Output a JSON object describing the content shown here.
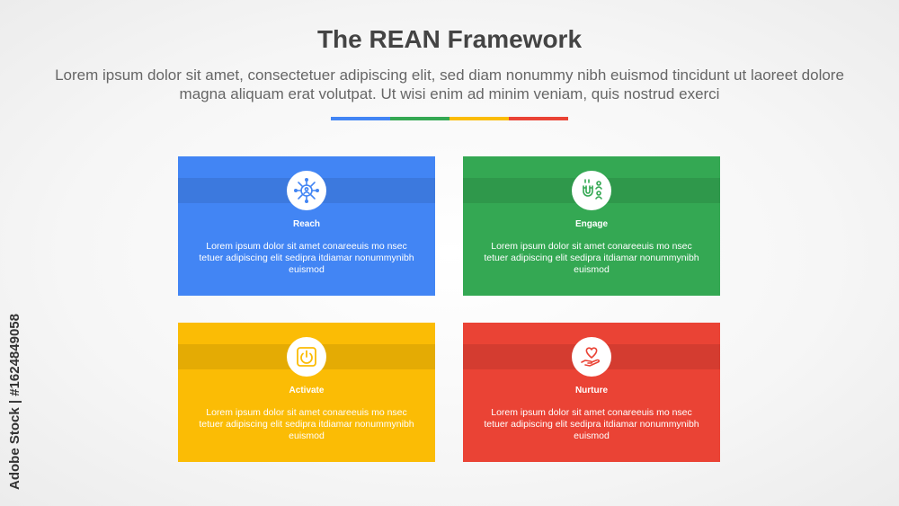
{
  "header": {
    "title": "The REAN Framework",
    "subtitle": "Lorem ipsum dolor sit amet, consectetuer adipiscing elit, sed diam nonummy nibh euismod tincidunt ut laoreet dolore magna aliquam erat volutpat. Ut wisi enim ad minim veniam, quis nostrud exerci"
  },
  "divider_colors": [
    "#4285f4",
    "#34a853",
    "#fbbc05",
    "#ea4335"
  ],
  "cards": [
    {
      "label": "Reach",
      "icon": "network-person-icon",
      "color": "#4285f4",
      "description": "Lorem ipsum dolor sit amet conareeuis mo nsec tetuer adipiscing elit sedipra itdiamar nonummynibh euismod"
    },
    {
      "label": "Engage",
      "icon": "magnet-people-icon",
      "color": "#34a853",
      "description": "Lorem ipsum dolor sit amet conareeuis mo nsec tetuer adipiscing elit sedipra itdiamar nonummynibh euismod"
    },
    {
      "label": "Activate",
      "icon": "power-button-icon",
      "color": "#fbbc05",
      "description": "Lorem ipsum dolor sit amet conareeuis mo nsec tetuer adipiscing elit sedipra itdiamar nonummynibh euismod"
    },
    {
      "label": "Nurture",
      "icon": "heart-hand-icon",
      "color": "#ea4335",
      "description": "Lorem ipsum dolor sit amet conareeuis mo nsec tetuer adipiscing elit sedipra itdiamar nonummynibh euismod"
    }
  ],
  "watermark": "Adobe Stock | #1624849058"
}
